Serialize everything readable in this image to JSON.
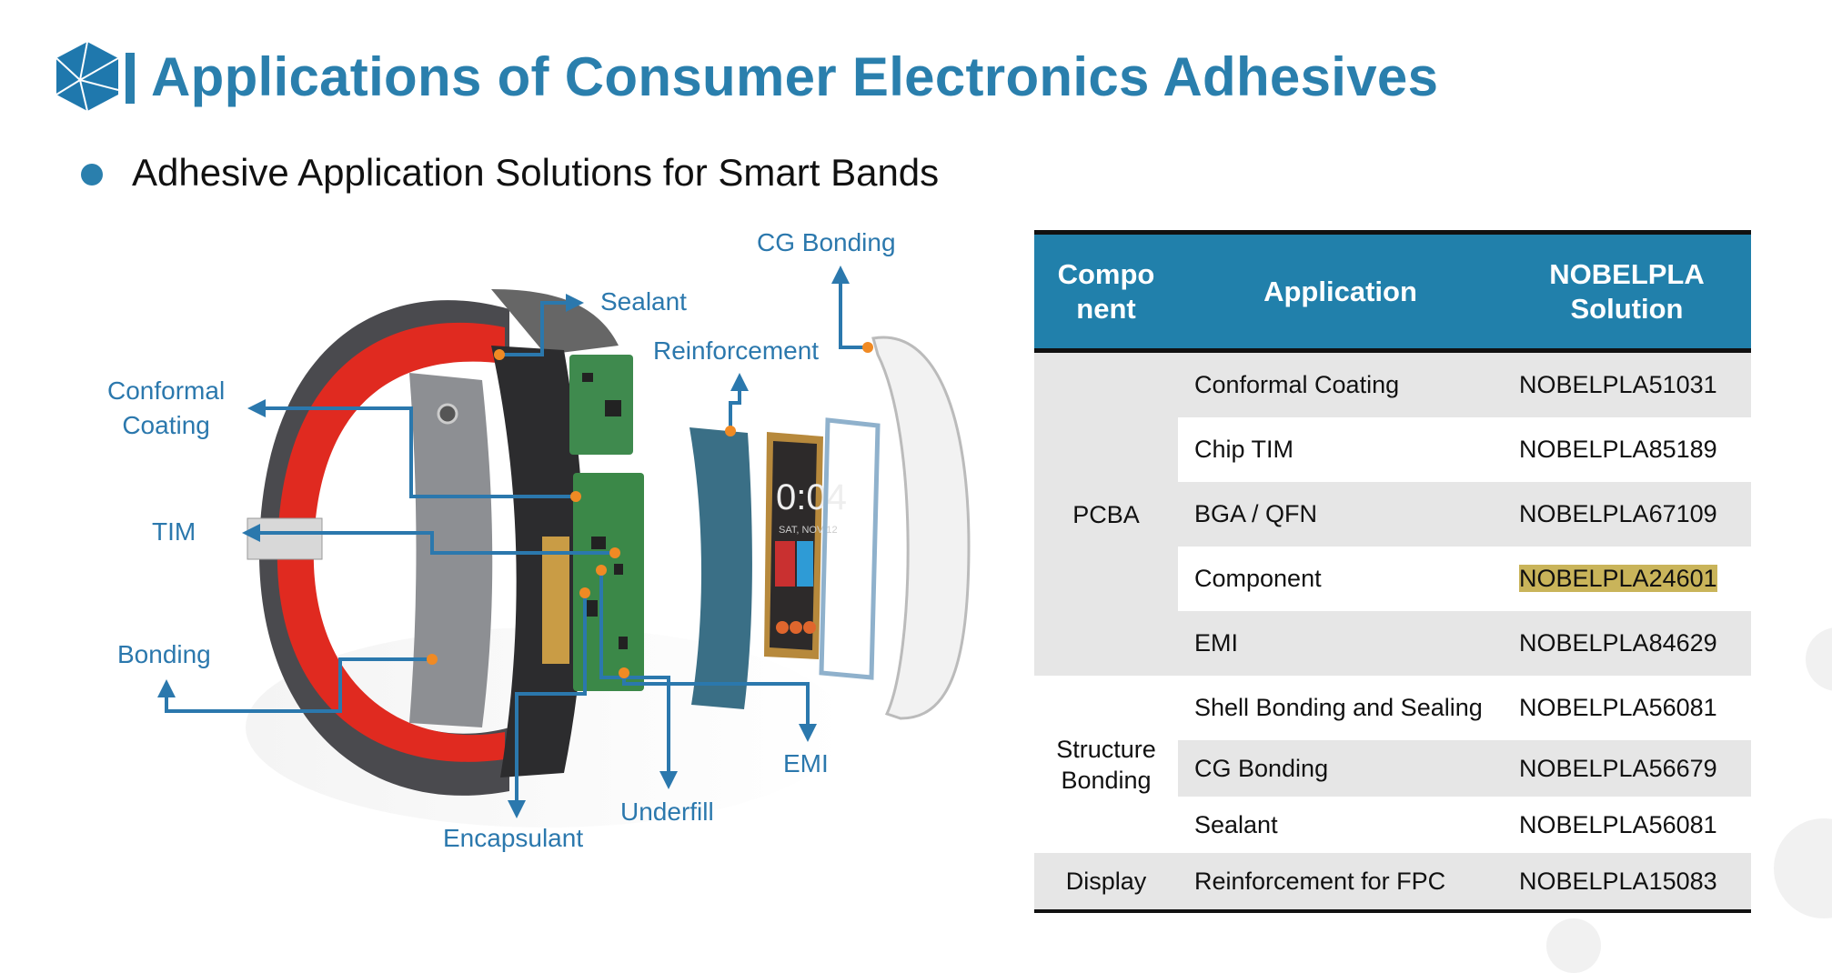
{
  "header": {
    "title": "Applications of Consumer Electronics Adhesives",
    "subtitle": "Adhesive Application Solutions for Smart Bands",
    "accent_color": "#2a7fad"
  },
  "diagram": {
    "labels": {
      "cg_bonding": "CG Bonding",
      "sealant": "Sealant",
      "reinforcement": "Reinforcement",
      "conformal_coating_line1": "Conformal",
      "conformal_coating_line2": "Coating",
      "tim": "TIM",
      "bonding": "Bonding",
      "emi": "EMI",
      "underfill": "Underfill",
      "encapsulant": "Encapsulant"
    },
    "screen_time": "0:04",
    "screen_date": "SAT, NOV 12"
  },
  "table": {
    "headers": {
      "component_line1": "Compo",
      "component_line2": "nent",
      "application": "Application",
      "solution_line1": "NOBELPLA",
      "solution_line2": "Solution"
    },
    "groups": {
      "pcba": "PCBA",
      "structure_line1": "Structure",
      "structure_line2": "Bonding",
      "display": "Display"
    },
    "rows": [
      {
        "application": "Conformal Coating",
        "solution": "NOBELPLA51031"
      },
      {
        "application": "Chip TIM",
        "solution": "NOBELPLA85189"
      },
      {
        "application": "BGA / QFN",
        "solution": "NOBELPLA67109"
      },
      {
        "application": "Component",
        "solution": "NOBELPLA24601",
        "highlighted": true
      },
      {
        "application": "EMI",
        "solution": "NOBELPLA84629"
      },
      {
        "application": "Shell Bonding and Sealing",
        "solution": "NOBELPLA56081"
      },
      {
        "application": "CG Bonding",
        "solution": "NOBELPLA56679"
      },
      {
        "application": "Sealant",
        "solution": "NOBELPLA56081"
      },
      {
        "application": "Reinforcement for FPC",
        "solution": "NOBELPLA15083"
      }
    ]
  }
}
